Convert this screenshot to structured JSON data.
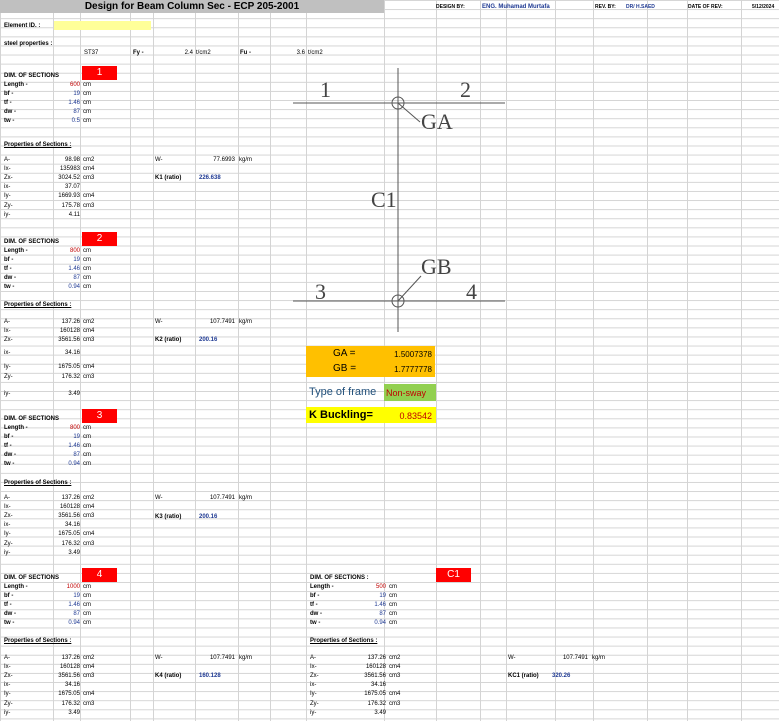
{
  "header": {
    "title": "Design for Beam Column Sec - ECP 205-2001",
    "design_by_label": "DESIGN BY:",
    "design_by": "ENG. Muhamad Murtafa",
    "rev_by_label": "REV. BY:",
    "rev_by": "DR/ H.SAED",
    "date_label": "DATE OF REV:",
    "date": "5/12/2024"
  },
  "element": {
    "label": "Element ID. :"
  },
  "steel": {
    "label": "steel properties :",
    "grade": "ST37",
    "fy_label": "Fy -",
    "fy_value": "2.4",
    "fy_unit": "t/cm2",
    "fu_label": "Fu -",
    "fu_value": "3.6",
    "fu_unit": "t/cm2"
  },
  "labels": {
    "dim": "DIM. OF SECTIONS",
    "dim_c1": "DIM. OF SECTIONS :",
    "props": "Properties of Sections :",
    "length": "Length -",
    "bf": "bf -",
    "tf": "tf -",
    "dw": "dw -",
    "tw": "tw -",
    "cm": "cm",
    "A": "A-",
    "Ix": "Ix-",
    "Zx": "Zx-",
    "ix": "ix-",
    "Iy": "Iy-",
    "Zy": "Zy-",
    "iy": "iy-",
    "W": "W-",
    "cm2": "cm2",
    "cm3": "cm3",
    "cm4": "cm4",
    "kgm": "kg/m"
  },
  "sections": [
    {
      "id": "1",
      "length": "600",
      "bf": "19",
      "tf": "1.46",
      "dw": "87",
      "tw": "0.5",
      "A": "98.98",
      "Ix": "135983",
      "Zx": "3024.52",
      "ix": "37.07",
      "Iy": "1669.93",
      "Zy": "175.78",
      "iy": "4.11",
      "W": "77.6993",
      "K_label": "K1 (ratio)",
      "K": "226.638"
    },
    {
      "id": "2",
      "length": "800",
      "bf": "19",
      "tf": "1.46",
      "dw": "87",
      "tw": "0.94",
      "A": "137.26",
      "Ix": "160128",
      "Zx": "3561.56",
      "ix": "34.16",
      "Iy": "1675.05",
      "Zy": "176.32",
      "iy": "3.49",
      "W": "107.7491",
      "K_label": "K2 (ratio)",
      "K": "200.16"
    },
    {
      "id": "3",
      "length": "800",
      "bf": "19",
      "tf": "1.46",
      "dw": "87",
      "tw": "0.94",
      "A": "137.26",
      "Ix": "160128",
      "Zx": "3561.56",
      "ix": "34.16",
      "Iy": "1675.05",
      "Zy": "176.32",
      "iy": "3.49",
      "W": "107.7491",
      "K_label": "K3 (ratio)",
      "K": "200.16"
    },
    {
      "id": "4",
      "length": "1000",
      "bf": "19",
      "tf": "1.46",
      "dw": "87",
      "tw": "0.94",
      "A": "137.26",
      "Ix": "160128",
      "Zx": "3561.56",
      "ix": "34.16",
      "Iy": "1675.05",
      "Zy": "176.32",
      "iy": "3.49",
      "W": "107.7491",
      "K_label": "K4 (ratio)",
      "K": "160.128"
    },
    {
      "id": "C1",
      "length": "500",
      "bf": "19",
      "tf": "1.46",
      "dw": "87",
      "tw": "0.94",
      "A": "137.26",
      "Ix": "160128",
      "Zx": "3561.56",
      "ix": "34.16",
      "Iy": "1675.05",
      "Zy": "176.32",
      "iy": "3.49",
      "W": "107.7491",
      "K_label": "KC1 (ratio)",
      "K": "320.26"
    }
  ],
  "diagram": {
    "n1": "1",
    "n2": "2",
    "n3": "3",
    "n4": "4",
    "ga": "GA",
    "gb": "GB",
    "c1": "C1"
  },
  "results": {
    "ga_label": "GA =",
    "ga": "1.5007378",
    "gb_label": "GB =",
    "gb": "1.7777778",
    "frame_label": "Type of frame",
    "frame": "Non-sway",
    "k_label": "K Buckling=",
    "k": "0.83542"
  },
  "colors": {
    "red": "#ff0000",
    "yellow": "#ffff99",
    "orange": "#ffc000",
    "green": "#92d050",
    "bright_yellow": "#ffff00"
  }
}
